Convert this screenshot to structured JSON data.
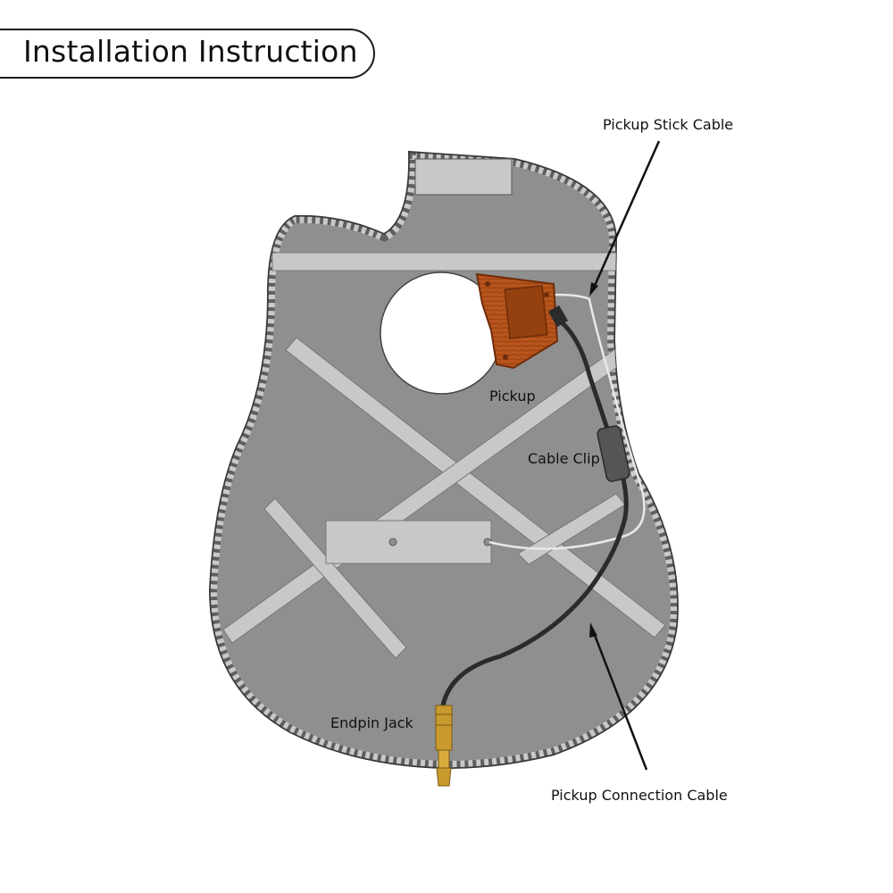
{
  "title": "Installation Instruction",
  "labels": {
    "pickup_stick_cable": "Pickup Stick Cable",
    "pickup": "Pickup",
    "cable_clip": "Cable Clip",
    "endpin_jack": "Endpin Jack",
    "pickup_connection_cable": "Pickup Connection Cable"
  },
  "colors": {
    "body_fill": "#8f8f8f",
    "binding_light": "#c9c9c9",
    "binding_dark": "#5f5f5f",
    "brace": "#c8c8c8",
    "pickup_wood": "#b8541d",
    "pickup_dark": "#6e2c0a",
    "cable_black": "#2b2b2b",
    "cable_white": "#e8e8e8",
    "jack_gold": "#c99a2e"
  }
}
